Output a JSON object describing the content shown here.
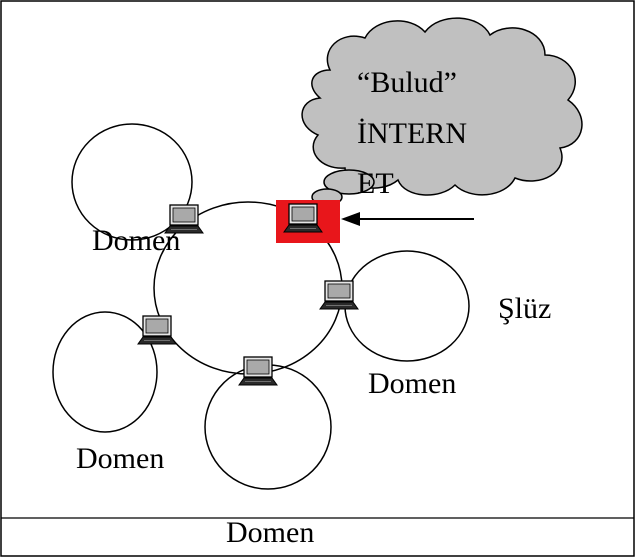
{
  "cloud": {
    "line1": "“Bulud”",
    "line2": "İNTERN",
    "line3": "ET",
    "fill_color": "#c0c0c0"
  },
  "labels": {
    "domain_top_left": "Domen",
    "domain_right": "Domen",
    "domain_bottom_left": "Domen",
    "domain_bottom": "Domen",
    "gateway": "Şlüz"
  },
  "colors": {
    "gateway_highlight": "#e8161b",
    "line": "#000000"
  },
  "icons": {
    "computer": "laptop-icon",
    "arrow": "arrow-left-icon"
  }
}
